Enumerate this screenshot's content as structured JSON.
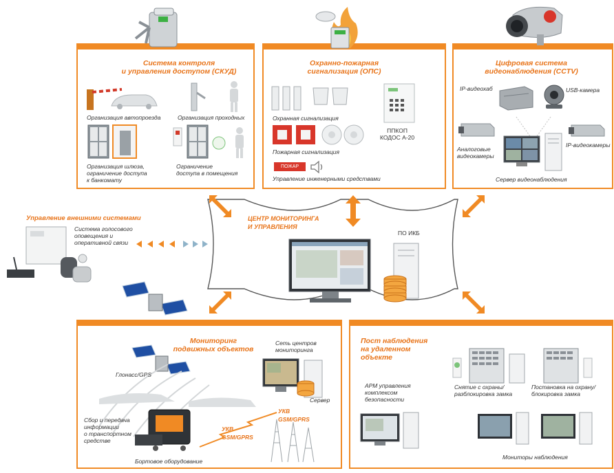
{
  "accent": "#f08a24",
  "access": {
    "title": "Система контроля\nи управления доступом (СКУД)",
    "cap1": "Организация автопроезда",
    "cap2": "Организация проходных",
    "cap3": "Организация шлюза,\nограничение доступа\nк банкомату",
    "cap4": "Ограничение\nдоступа в помещения"
  },
  "fire": {
    "title": "Охранно-пожарная\nсигнализация (ОПС)",
    "cap1": "Охранная сигнализация",
    "cap2": "Пожарная сигнализация",
    "cap3": "Управление инженерными средствами",
    "panel_label": "ППКОП\nКОДОС А-20",
    "alarm_text": "ПОЖАР"
  },
  "cctv": {
    "title": "Цифровая система\nвидеонаблюдения (CCTV)",
    "ip_hub": "IP-видеохаб",
    "usb_cam": "USB-камера",
    "analog": "Аналоговые\nвидеокамеры",
    "ip_cams": "IP-видеокамеры",
    "server": "Сервер видеонаблюдения"
  },
  "external": {
    "title": "Управление внешними системами",
    "desc": "Система голосового\nоповещения и\nоперативной связи"
  },
  "center": {
    "title": "ЦЕНТР МОНИТОРИНГА\nИ УПРАВЛЕНИЯ",
    "software": "ПО ИКБ"
  },
  "mobile": {
    "title": "Мониторинг\nподвижных объектов",
    "glonass": "Глонасс/GPS",
    "network": "Сеть центров\nмониторинга",
    "server": "Сервер",
    "collect": "Сбор и передача\nинформации\nо транспортном\nсредстве",
    "onboard": "Бортовое оборудование",
    "link1": "УКВ\nGSM/GPRS",
    "link2": "УКВ\nGSM/GPRS"
  },
  "remote": {
    "title": "Пост наблюдения\nна удаленном\nобъекте",
    "arm": "АРМ управления\nкомплексом\nбезопасности",
    "unlock": "Снятие с охраны/\nразблокировка замка",
    "lock": "Постановка на охрану/\nблокировка замка",
    "monitors": "Мониторы наблюдения"
  }
}
